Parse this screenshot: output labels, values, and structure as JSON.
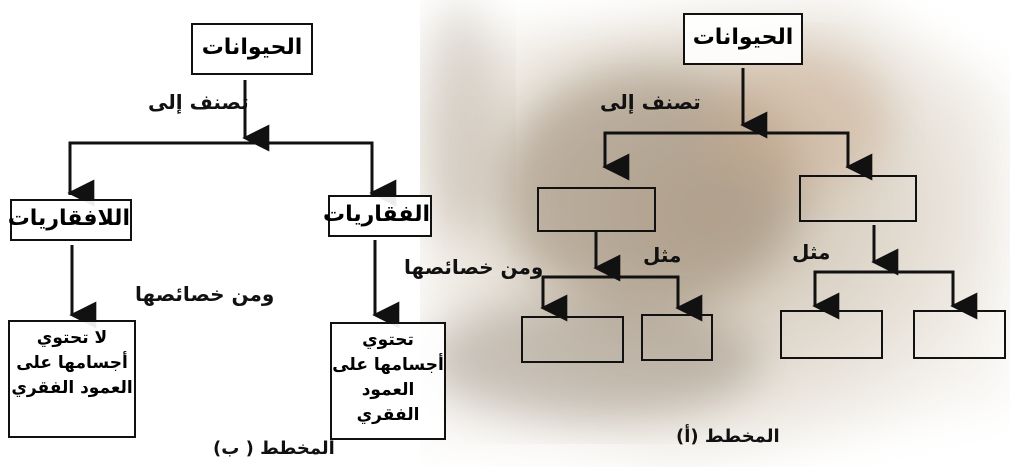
{
  "diagram_b": {
    "root": "الحيوانات",
    "classify_label": "تصنف إلى",
    "right_branch": "الفقاريات",
    "left_branch": "اللافقاريات",
    "properties_label": "ومن خصائصها",
    "right_property": "تحتوي أجسامها على العمود الفقري",
    "left_property": "لا تحتوي أجسامها على العمود الفقري",
    "caption": "المخطط ( ب)"
  },
  "diagram_a": {
    "root": "الحيوانات",
    "classify_label": "تصنف إلى",
    "example_label_right": "مثل",
    "example_label_left": "مثل",
    "properties_label": "ومن خصائصها",
    "caption": "المخطط (أ)"
  },
  "colors": {
    "line": "#111111",
    "paper": "#ffffff"
  }
}
